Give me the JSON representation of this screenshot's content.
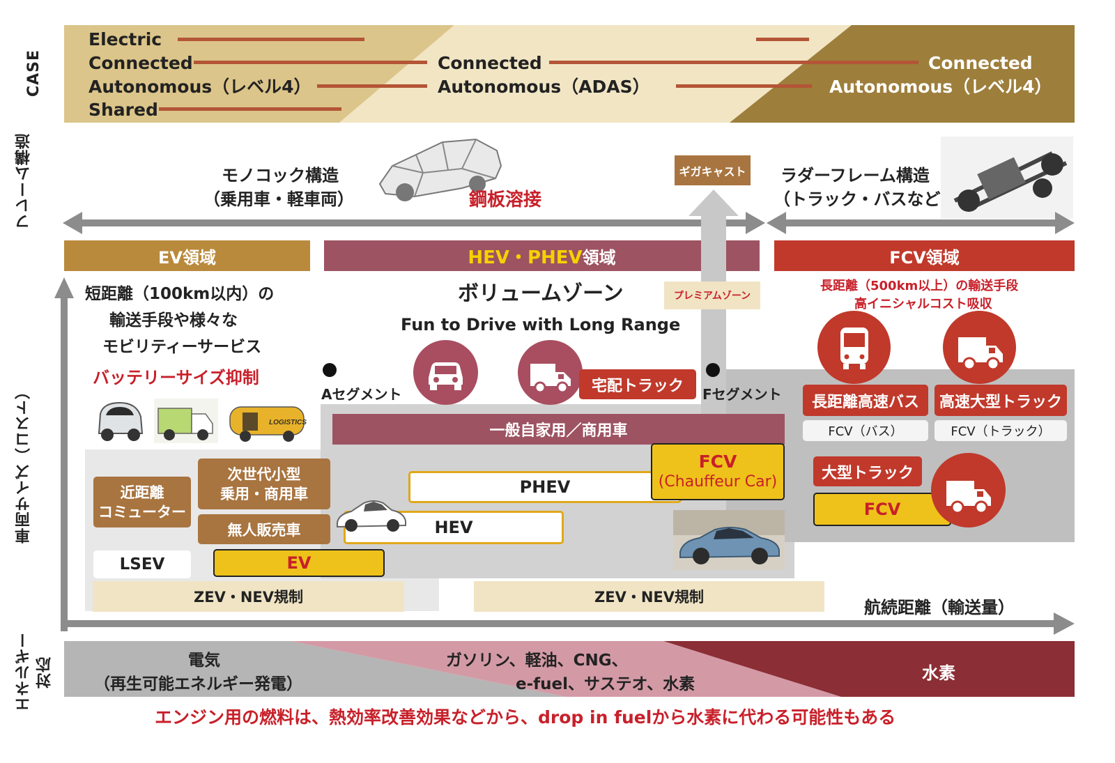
{
  "colors": {
    "gold": "#b98a3c",
    "gold_light": "#f0e4c4",
    "gold_dark": "#9b7b3a",
    "rose": "#9d5362",
    "red": "#c0392b",
    "red_dark": "#8b2e35",
    "yellow": "#eec21a",
    "gray": "#bfbfbf",
    "gray_light": "#dcdcdc"
  },
  "left_labels": {
    "case": "CASE",
    "frame": "フレーム構造",
    "size": "車両サイズ（コスト）",
    "energy": "エネルギー対応"
  },
  "case": {
    "left": [
      "Electric",
      "Connected",
      "Autonomous（レベル4）",
      "Shared"
    ],
    "middle": [
      "Connected",
      "Autonomous（ADAS）"
    ],
    "right": [
      "Connected",
      "Autonomous（レベル4）"
    ]
  },
  "frame": {
    "monocoque_line1": "モノコック構造",
    "monocoque_line2": "（乗用車・軽車両）",
    "weld": "鋼板溶接",
    "gigacast": "ギガキャスト",
    "ladder_line1": "ラダーフレーム構造",
    "ladder_line2": "（トラック・バスなど）"
  },
  "domains": {
    "ev": "EV領域",
    "hev_yellow": "HEV・PHEV",
    "hev_suffix": "領域",
    "fcv": "FCV領域"
  },
  "ev_area": {
    "desc1": "短距離（100km以内）の",
    "desc2": "輸送手段や様々な",
    "desc3": "モビリティーサービス",
    "battery": "バッテリーサイズ抑制",
    "logistics_label": "LOGISTICS",
    "commuter1": "近距離",
    "commuter2": "コミューター",
    "next_small1": "次世代小型",
    "next_small2": "乗用・商用車",
    "vending": "無人販売車",
    "lsev": "LSEV",
    "ev": "EV",
    "zev_left": "ZEV・NEV規制"
  },
  "hev_area": {
    "volume": "ボリュームゾーン",
    "fun": "Fun to Drive with Long Range",
    "premium": "プレミアムゾーン",
    "a_segment": "Aセグメント",
    "f_segment": "Fセグメント",
    "delivery": "宅配トラック",
    "general": "一般自家用／商用車",
    "phev": "PHEV",
    "hev": "HEV",
    "fcv": "FCV",
    "chauffeur": "(Chauffeur Car)",
    "zev_right": "ZEV・NEV規制"
  },
  "fcv_area": {
    "desc1": "長距離（500km以上）の輸送手段",
    "desc2": "高イニシャルコスト吸収",
    "bus": "長距離高速バス",
    "truck": "高速大型トラック",
    "fcv_bus": "FCV（バス）",
    "fcv_truck": "FCV（トラック）",
    "big_truck": "大型トラック",
    "fcv": "FCV"
  },
  "axis": {
    "x_label": "航続距離（輸送量）"
  },
  "energy": {
    "electric1": "電気",
    "electric2": "（再生可能エネルギー発電）",
    "fuel1": "ガソリン、軽油、CNG、",
    "fuel2": "e-fuel、サステオ、水素",
    "hydrogen": "水素"
  },
  "footer": "エンジン用の燃料は、熱効率改善効果などから、drop in fuelから水素に代わる可能性もある"
}
